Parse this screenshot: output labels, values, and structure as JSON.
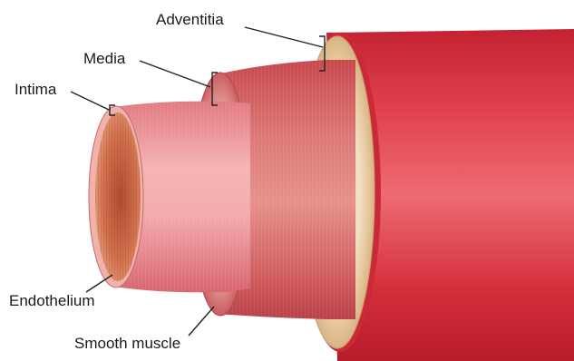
{
  "labels": {
    "adventitia": "Adventitia",
    "media": "Media",
    "intima": "Intima",
    "endothelium": "Endothelium",
    "smooth_muscle": "Smooth muscle"
  },
  "colors": {
    "adventitia_red": "#d8323e",
    "adventitia_tissue": "#ecd2ad",
    "media_pink": "#d96a6a",
    "intima_pink": "#ef9ea0",
    "lumen": "#c75a40",
    "leader_line": "#222222"
  }
}
